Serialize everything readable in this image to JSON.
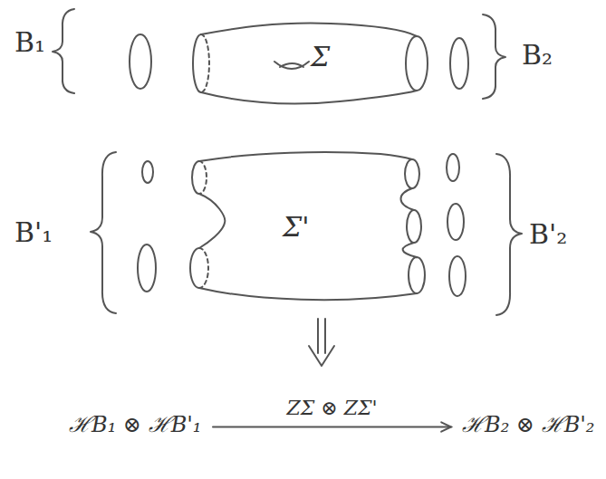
{
  "diagram": {
    "nodes": [
      {
        "text": [
          "Σ"
        ]
      },
      {
        "text": [
          "Σ'"
        ]
      },
      {
        "text": [
          "ℋB₁ ⊗ ℋB'₁"
        ]
      },
      {
        "text": [
          "ℋB₂ ⊗ ℋB'₂"
        ]
      }
    ],
    "edges": [
      {
        "from": 2,
        "to": 3,
        "arrow": "to",
        "label": "ZΣ ⊗ ZΣ'"
      }
    ],
    "labels": [
      "B₁",
      "B₂",
      "B'₁",
      "B'₂"
    ]
  }
}
